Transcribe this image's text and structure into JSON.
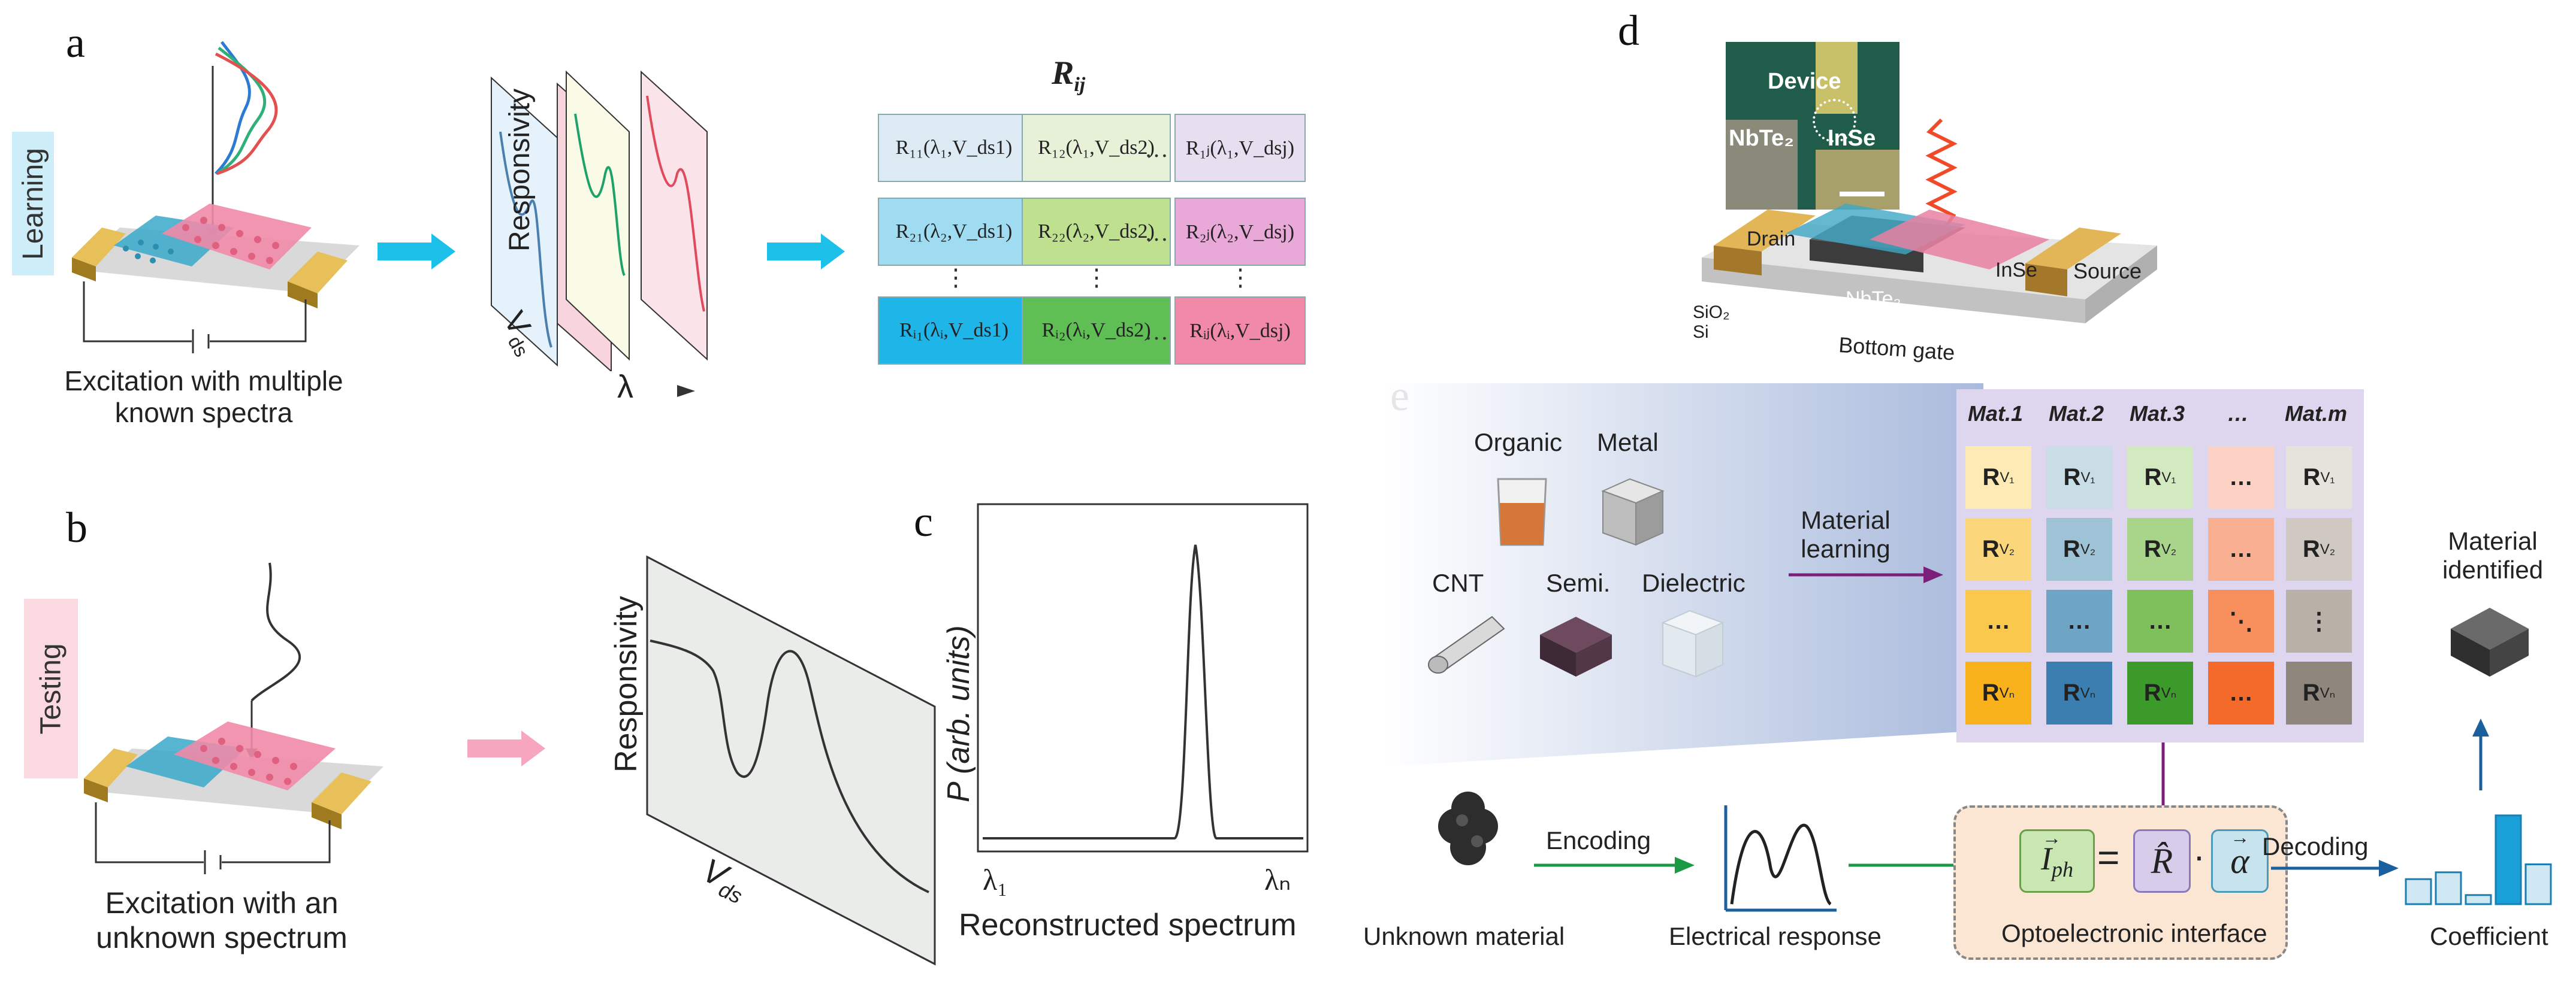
{
  "panels": {
    "a": "a",
    "b": "b",
    "c": "c",
    "d": "d",
    "e": "e"
  },
  "learning": {
    "tag": "Learning",
    "caption_line1": "Excitation with multiple",
    "caption_line2": "known spectra",
    "responsivity": "Responsivity",
    "vds": "V",
    "vds_sub": "ds",
    "lambda": "λ"
  },
  "matrix_title": "R",
  "matrix_title_sub": "ij",
  "matrix": [
    [
      "R₁₁(λ₁,V_ds1)",
      "R₁₂(λ₁,V_ds2)",
      "R₁ⱼ(λ₁,V_dsj)"
    ],
    [
      "R₂₁(λ₂,V_ds1)",
      "R₂₂(λ₂,V_ds2)",
      "R₂ⱼ(λ₂,V_dsj)"
    ],
    [
      "Rᵢ₁(λᵢ,V_ds1)",
      "Rᵢ₂(λᵢ,V_ds2)",
      "Rᵢⱼ(λᵢ,V_dsj)"
    ]
  ],
  "testing": {
    "tag": "Testing",
    "caption_line1": "Excitation with an",
    "caption_line2": "unknown spectrum",
    "responsivity": "Responsivity",
    "vds": "V",
    "vds_sub": "ds"
  },
  "spectrum": {
    "ylabel": "P (arb. units)",
    "xlabel": "Reconstructed spectrum",
    "x_start": "λ₁",
    "x_end": "λₙ"
  },
  "device": {
    "inset_device": "Device",
    "inset_nbte2": "NbTe₂",
    "inset_inse": "InSe",
    "drain": "Drain",
    "source": "Source",
    "inse": "InSe",
    "nbte2": "NbTe₂",
    "sio2": "SiO₂",
    "si": "Si",
    "gate": "Bottom gate"
  },
  "materials": {
    "organic": "Organic",
    "metal": "Metal",
    "cnt": "CNT",
    "semi": "Semi.",
    "dielectric": "Dielectric",
    "learning_line1": "Material",
    "learning_line2": "learning"
  },
  "mat_headers": [
    "Mat.1",
    "Mat.2",
    "Mat.3",
    "…",
    "Mat.m"
  ],
  "mat_rows": [
    {
      "sub": "V₁",
      "cells": [
        "R",
        "R",
        "R",
        "…",
        "R"
      ]
    },
    {
      "sub": "V₂",
      "cells": [
        "R",
        "R",
        "R",
        "…",
        "R"
      ]
    },
    {
      "sub": "",
      "cells": [
        "…",
        "…",
        "…",
        "⋱",
        "⋮"
      ]
    },
    {
      "sub": "Vₙ",
      "cells": [
        "R",
        "R",
        "R",
        "…",
        "R"
      ]
    }
  ],
  "mat_colors": [
    [
      "#fdeab4",
      "#c9dde6",
      "#d3eac0",
      "#fbd2c4",
      "#e6e2dc"
    ],
    [
      "#fcd67a",
      "#9fc3d6",
      "#a9d58a",
      "#f9b092",
      "#cfc9c1"
    ],
    [
      "#fbc84e",
      "#6fa5c4",
      "#7fbf5c",
      "#f8905e",
      "#b9b1a7"
    ],
    [
      "#f9b21b",
      "#3a7fb0",
      "#3c9a2a",
      "#f46a2a",
      "#8f867d"
    ]
  ],
  "pipeline": {
    "unknown": "Unknown material",
    "encoding": "Encoding",
    "electrical": "Electrical response",
    "interface": "Optoelectronic interface",
    "decoding": "Decoding",
    "coefficient": "Coefficient",
    "identified_line1": "Material",
    "identified_line2": "identified",
    "eq_i": "I",
    "eq_ph": "ph",
    "eq_eq": "=",
    "eq_r": "R̂",
    "eq_dot": "·",
    "eq_alpha": "α"
  },
  "coefficient_bars": [
    0.22,
    0.28,
    0.08,
    0.78,
    0.35
  ]
}
